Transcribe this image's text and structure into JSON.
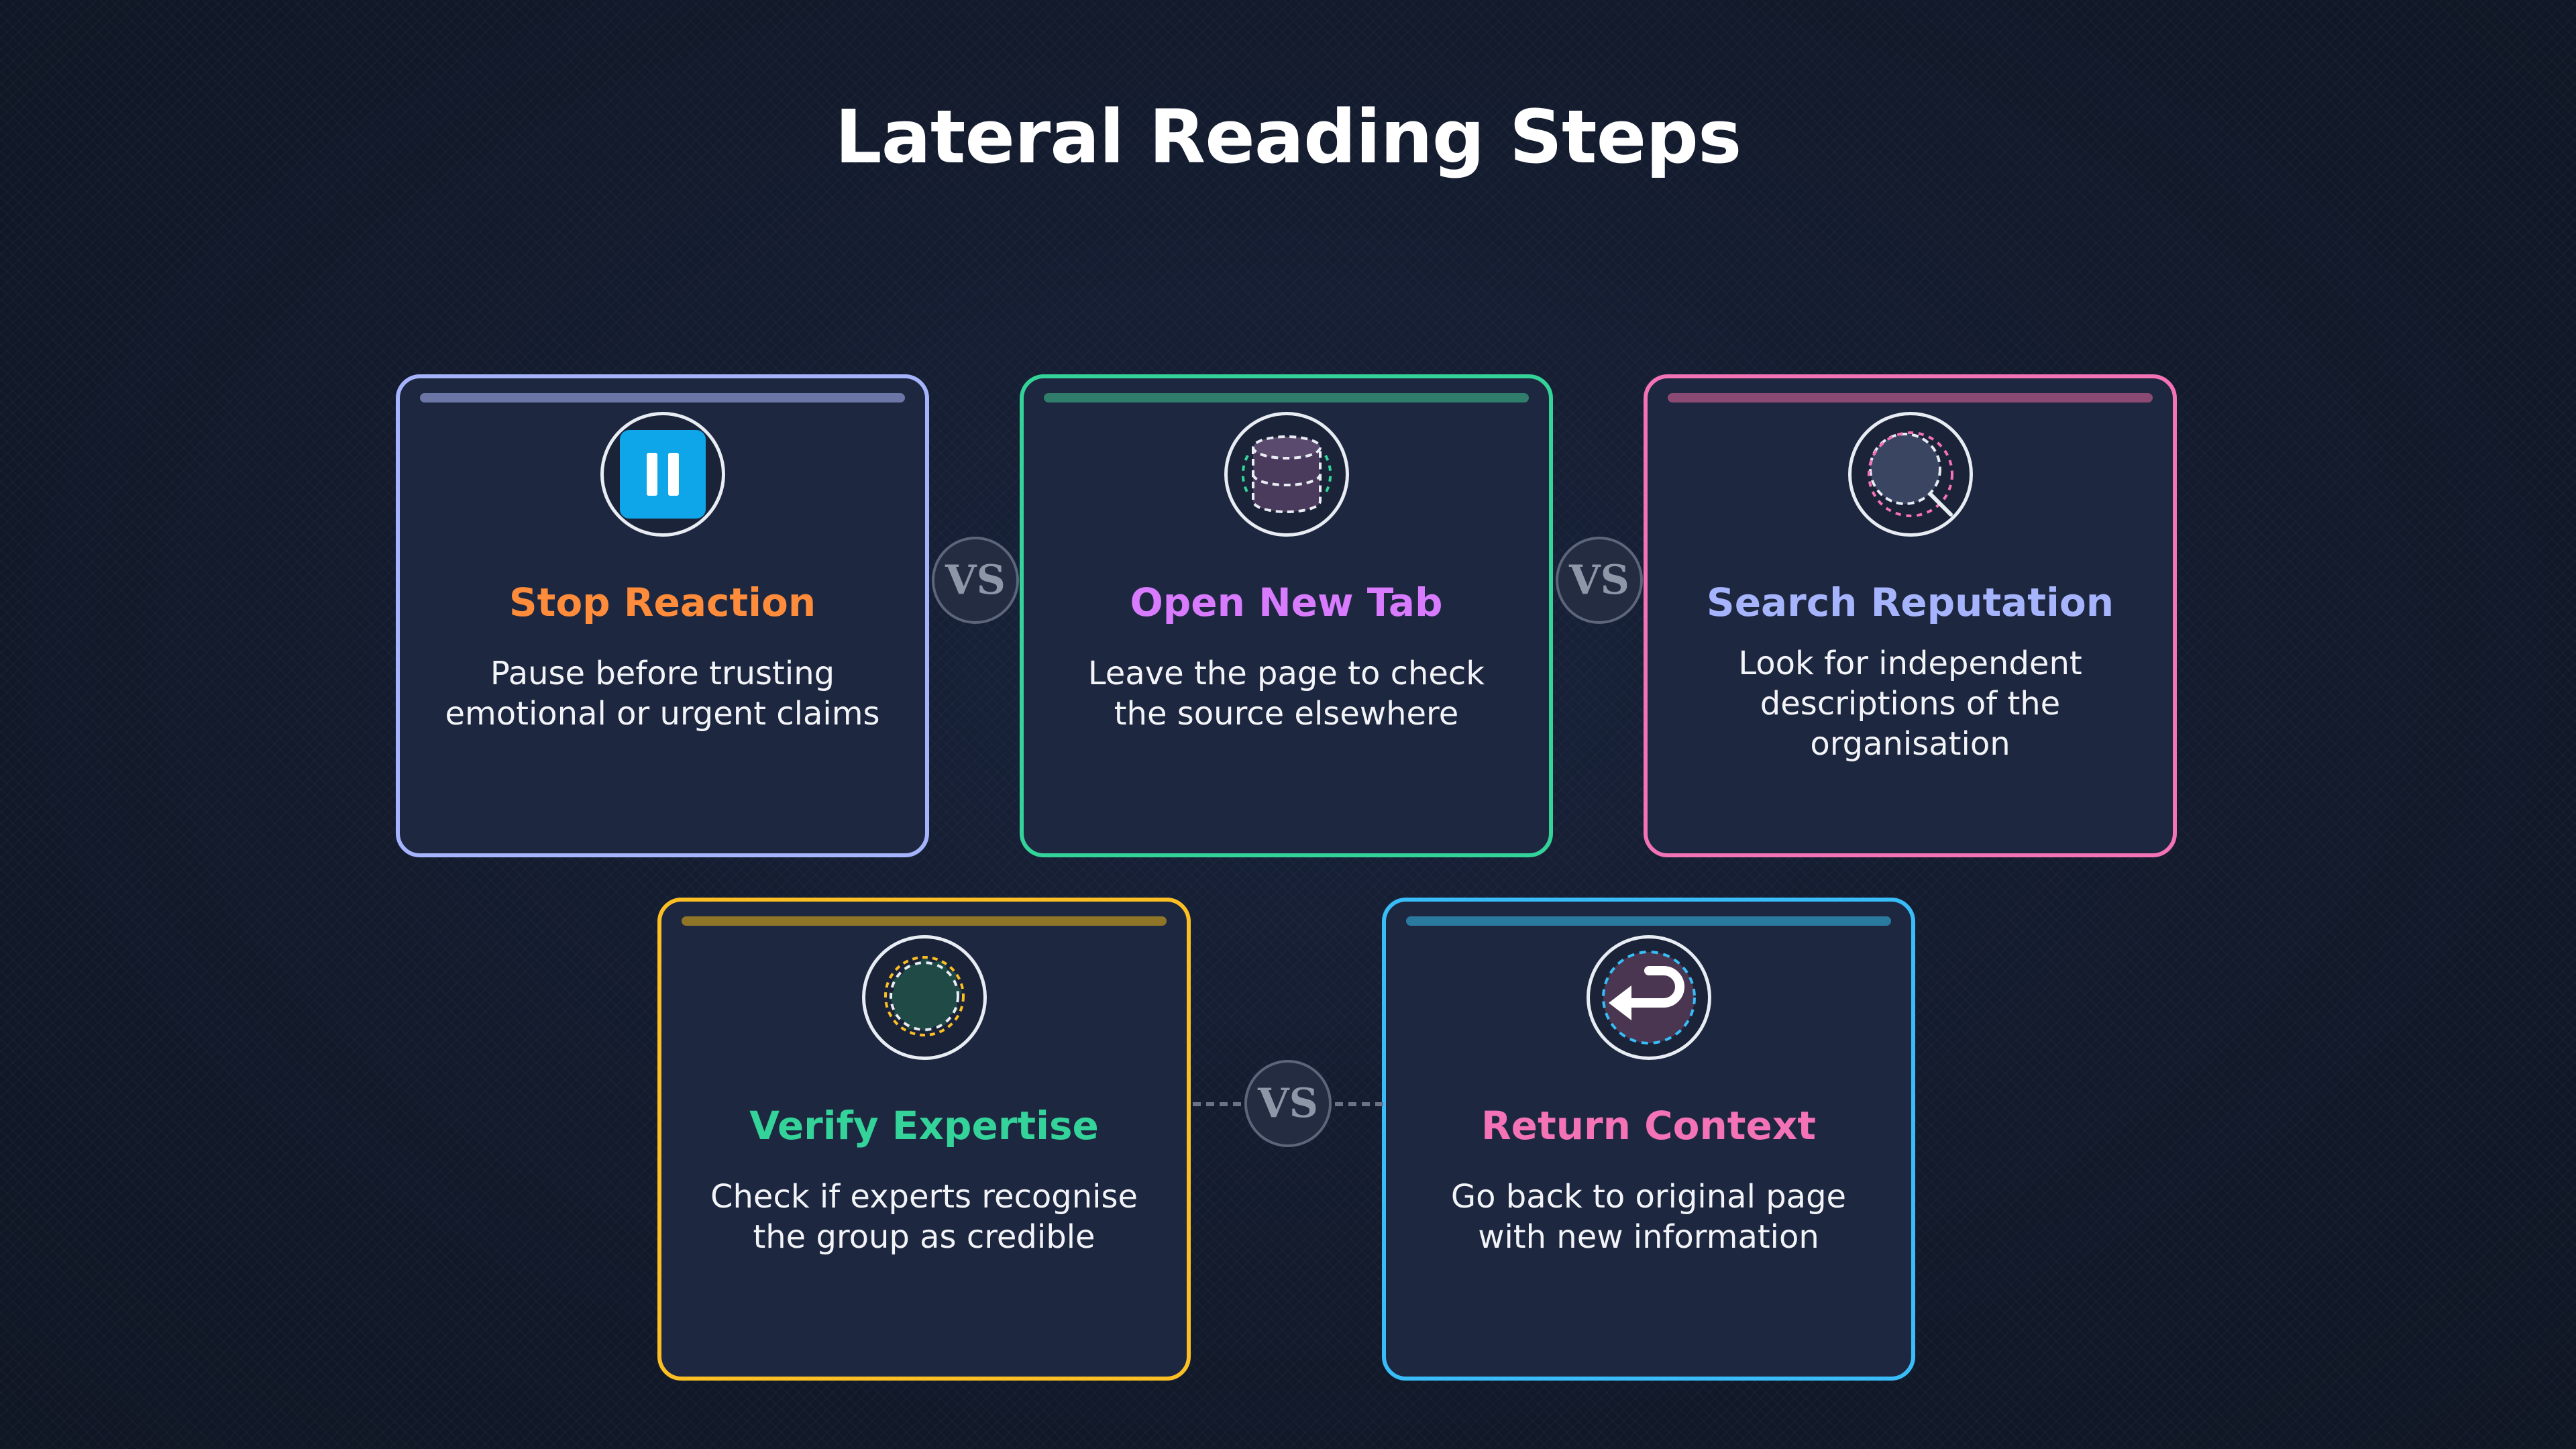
{
  "title": "Lateral Reading Steps",
  "vs_label": "VS",
  "cards": [
    {
      "title": "Stop Reaction",
      "description": "Pause before trusting emotional or urgent claims",
      "icon": "pause-icon",
      "title_color": "#ff8c3a",
      "border_color": "#a5b4fc",
      "bar_color": "#6c76a6"
    },
    {
      "title": "Open New Tab",
      "description": "Leave the page to check the source elsewhere",
      "icon": "database-icon",
      "title_color": "#d97bff",
      "border_color": "#34d399",
      "bar_color": "#2f7d6a"
    },
    {
      "title": "Search Reputation",
      "description": "Look for independent descriptions of the organisation",
      "icon": "search-icon",
      "title_color": "#a5b4fc",
      "border_color": "#f472b6",
      "bar_color": "#8a4a74"
    },
    {
      "title": "Verify Expertise",
      "description": "Check if experts recognise the group as credible",
      "icon": "badge-icon",
      "title_color": "#34d399",
      "border_color": "#fbbf24",
      "bar_color": "#8f7528"
    },
    {
      "title": "Return Context",
      "description": "Go back to original page with new information",
      "icon": "return-arrow-icon",
      "title_color": "#f472b6",
      "border_color": "#38bdf8",
      "bar_color": "#2a7aa0"
    }
  ]
}
